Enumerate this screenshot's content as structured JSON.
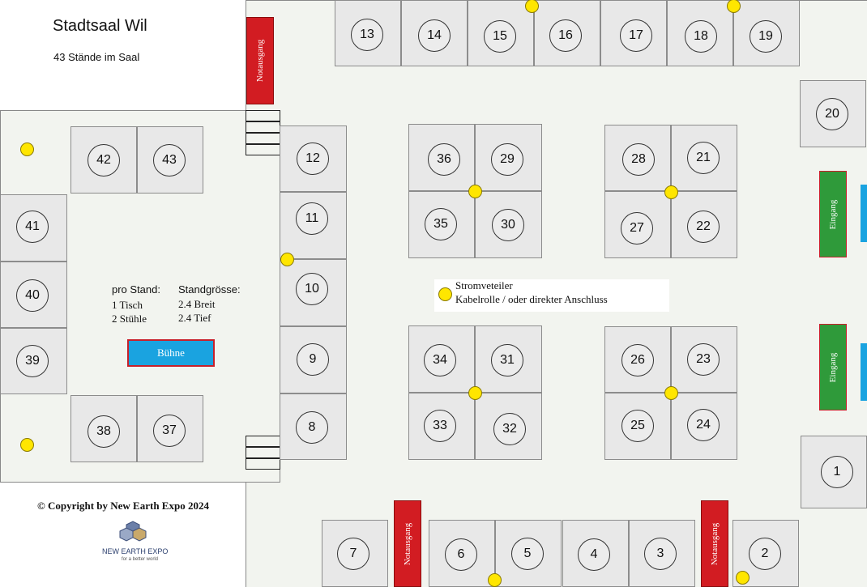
{
  "header": {
    "title": "Stadtsaal Wil",
    "subtitle": "43 Stände im Saal"
  },
  "labels": {
    "emergency_exit": "Notausgang",
    "entrance": "Eingang",
    "stage": "Bühne"
  },
  "info": {
    "per_stand_title": "pro Stand:",
    "per_stand_lines": [
      "1 Tisch",
      "2 Stühle"
    ],
    "size_title": "Standgrösse:",
    "size_lines": [
      "2.4 Breit",
      "2.4 Tief"
    ]
  },
  "legend": {
    "line1": "Stromveteiler",
    "line2": "Kabelrolle / oder direkter Anschluss"
  },
  "footer": {
    "copyright": "© Copyright by New Earth Expo 2024",
    "logo_name": "NEW EARTH EXPO",
    "logo_tagline": "for a better world"
  },
  "booths": [
    "1",
    "2",
    "3",
    "4",
    "5",
    "6",
    "7",
    "8",
    "9",
    "10",
    "11",
    "12",
    "13",
    "14",
    "15",
    "16",
    "17",
    "18",
    "19",
    "20",
    "21",
    "22",
    "23",
    "24",
    "25",
    "26",
    "27",
    "28",
    "29",
    "30",
    "31",
    "32",
    "33",
    "34",
    "35",
    "36",
    "37",
    "38",
    "39",
    "40",
    "41",
    "42",
    "43"
  ],
  "colors": {
    "floor": "#f2f4ef",
    "booth": "#e8e8e8",
    "power_outlet": "#ffe600",
    "emergency_exit": "#d21c22",
    "entrance": "#2f9a3a",
    "stage": "#1aa3e0"
  }
}
